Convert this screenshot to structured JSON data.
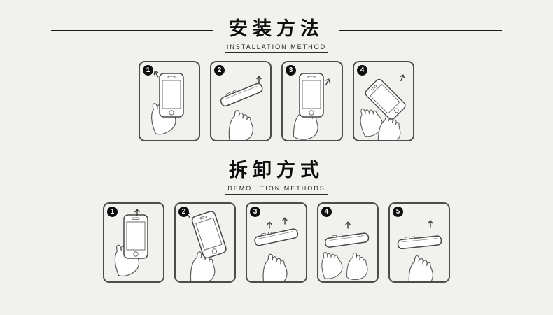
{
  "page": {
    "background": "#f1f1ee",
    "line_color": "#1a1a1a",
    "badge_color": "#0e0e0e"
  },
  "sections": [
    {
      "id": "installation",
      "title": "安装方法",
      "subtitle": "INSTALLATION METHOD",
      "steps": [
        {
          "num": "1"
        },
        {
          "num": "2"
        },
        {
          "num": "3"
        },
        {
          "num": "4"
        }
      ]
    },
    {
      "id": "removal",
      "title": "拆卸方式",
      "subtitle": "DEMOLITION METHODS",
      "steps": [
        {
          "num": "1"
        },
        {
          "num": "2"
        },
        {
          "num": "3"
        },
        {
          "num": "4"
        },
        {
          "num": "5"
        }
      ]
    }
  ]
}
